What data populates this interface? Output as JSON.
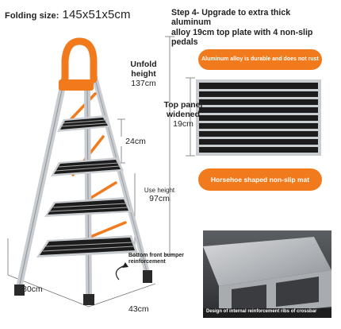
{
  "folding": {
    "label": "Folding size:",
    "size": "145x51x5cm"
  },
  "step": {
    "line1": "Step 4- Upgrade to extra thick",
    "line2": "aluminum",
    "line3": "alloy 19cm top plate with 4 non-slip",
    "line4": "pedals"
  },
  "unfold": {
    "line1": "Unfold",
    "line2": "height",
    "value": "137cm"
  },
  "top_panel": {
    "line1": "Top panel",
    "line2": "widened",
    "value": "19cm"
  },
  "step_gap": "24cm",
  "use_height": {
    "label": "Use height",
    "value": "97cm"
  },
  "bumper": {
    "line1": "Bottom front bumper",
    "line2": "reinforcement"
  },
  "depth": "80cm",
  "width": "43cm",
  "pill_top": "Aluminum alloy is durable and does not rust",
  "pill_bottom": "Horsehoe shaped non-slip mat",
  "photo_caption": "Design of internal reinforcement ribs of crossbar",
  "colors": {
    "accent": "#f07a1c",
    "aluminum": "#c9ccd0",
    "tread": "#1c1c1c"
  }
}
